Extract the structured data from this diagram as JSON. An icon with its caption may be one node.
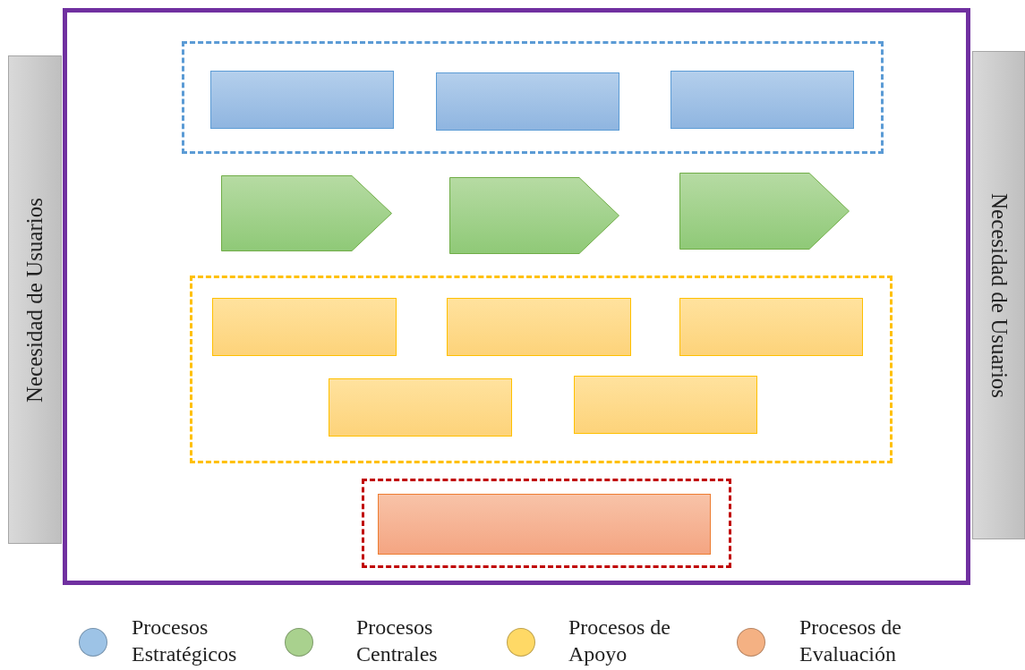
{
  "diagram": {
    "nodes": [
      {
        "text": [
          "Necesidad de Usuarios"
        ]
      },
      {
        "text": [],
        "shape": "box"
      },
      {
        "text": [],
        "shape": "box",
        "in": 1
      },
      {
        "text": [],
        "shape": "box",
        "in": 2
      },
      {
        "text": [],
        "shape": "box",
        "in": 2
      },
      {
        "text": [],
        "shape": "box",
        "in": 2
      },
      {
        "text": [],
        "shape": "arrow",
        "in": 1
      },
      {
        "text": [],
        "shape": "arrow",
        "in": 1
      },
      {
        "text": [],
        "shape": "arrow",
        "in": 1
      },
      {
        "text": [],
        "shape": "box",
        "in": 1
      },
      {
        "text": [],
        "shape": "box",
        "in": 9
      },
      {
        "text": [],
        "shape": "box",
        "in": 9
      },
      {
        "text": [],
        "shape": "box",
        "in": 9
      },
      {
        "text": [],
        "shape": "box",
        "in": 9
      },
      {
        "text": [],
        "shape": "box",
        "in": 9
      },
      {
        "text": [],
        "shape": "box",
        "in": 1
      },
      {
        "text": [],
        "shape": "box",
        "in": 15
      },
      {
        "text": [
          "Necesidad de Usuarios"
        ]
      }
    ],
    "edges": [],
    "legend": [
      {
        "text": "Procesos Estratégicos",
        "color": "#9dc3e6"
      },
      {
        "text": "Procesos Centrales",
        "color": "#a9d18e"
      },
      {
        "text": "Procesos de Apoyo",
        "color": "#ffd966"
      },
      {
        "text": "Procesos de Evaluación",
        "color": "#f4b183"
      }
    ]
  }
}
